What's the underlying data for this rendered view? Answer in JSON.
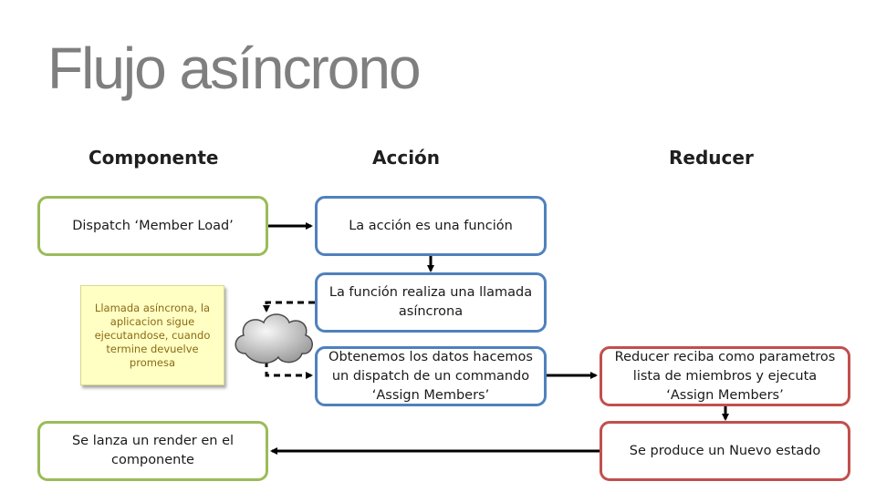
{
  "title": "Flujo asíncrono",
  "columns": {
    "componente": "Componente",
    "accion": "Acción",
    "reducer": "Reducer"
  },
  "boxes": {
    "dispatch_member_load": "Dispatch ‘Member Load’",
    "accion_funcion": "La acción es una función",
    "funcion_llamada": "La función realiza una llamada asíncrona",
    "obtenemos_datos": "Obtenemos los datos hacemos un dispatch de un commando ‘Assign Members’",
    "reducer_recibe": "Reducer reciba como parametros lista de miembros y ejecuta ‘Assign Members’",
    "nuevo_estado": "Se produce un Nuevo estado",
    "render_componente": "Se lanza un render en el componente"
  },
  "note": "Llamada asíncrona, la aplicacion sigue ejecutandose, cuando termine devuelve promesa",
  "colors": {
    "componente_border": "#9bbb59",
    "accion_border": "#4f81bd",
    "reducer_border": "#c0504d",
    "note_fill": "#ffffc4",
    "title_text": "#7f7f7f"
  },
  "icons": {
    "cloud": "cloud-icon"
  }
}
